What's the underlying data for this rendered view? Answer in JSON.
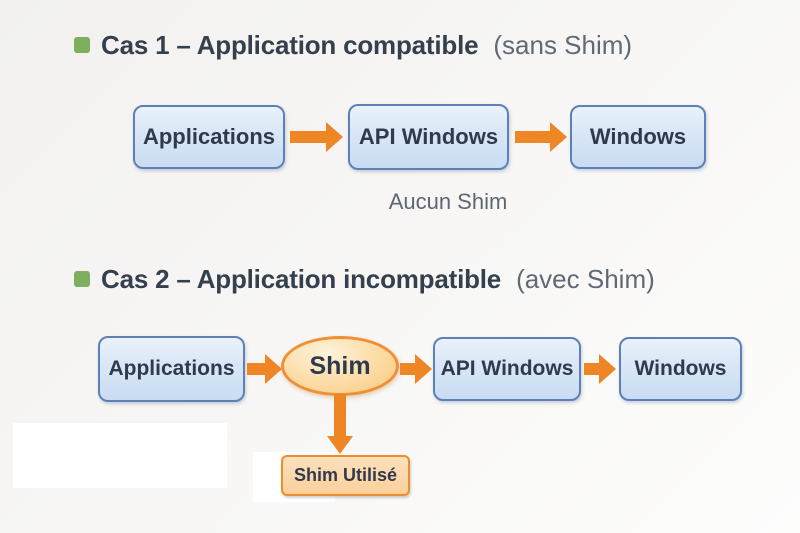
{
  "colors": {
    "accent_green": "#7fae5e",
    "arrow_orange": "#ef8626",
    "node_blue_border": "#5d81b6",
    "node_blue_fill": "#d9e6f7",
    "shim_orange_border": "#ef9036",
    "shim_orange_fill": "#fcdda8",
    "title_dark": "#35404f",
    "title_gray": "#5f6a76"
  },
  "section1": {
    "title": "Cas 1 – Application compatible",
    "title_note": "(sans Shim)",
    "node_applications": "Applications",
    "node_api_windows": "API Windows",
    "node_windows": "Windows",
    "caption": "Aucun Shim"
  },
  "section2": {
    "title": "Cas 2 – Application incompatible",
    "title_note": "(avec Shim)",
    "node_applications": "Applications",
    "node_shim": "Shim",
    "node_api_windows": "API Windows",
    "node_windows": "Windows",
    "shim_used": "Shim Utilisé"
  }
}
